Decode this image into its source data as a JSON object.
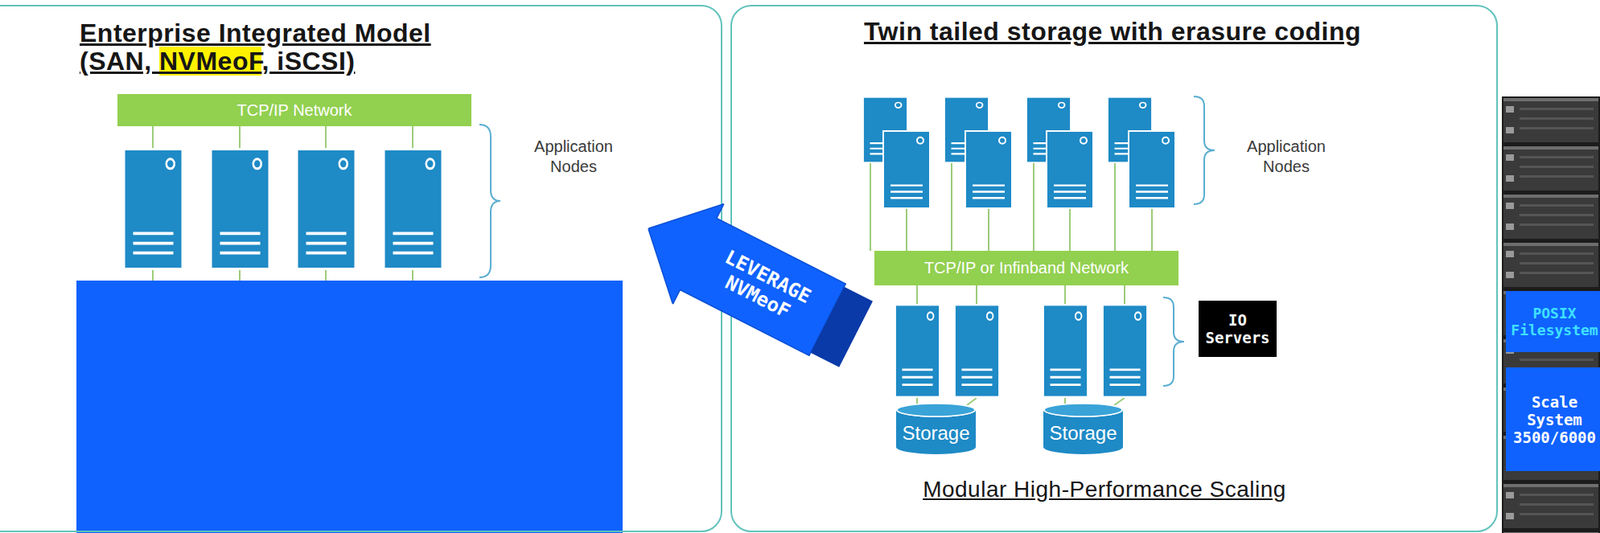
{
  "diagram": {
    "nodes": [
      {
        "text": [
          "Enterprise Integrated Model (SAN, NVMeoF, iSCSI)"
        ]
      },
      {
        "text": [
          "TCP/IP Network"
        ],
        "in": 0
      },
      {
        "text": [
          "Twin tailed storage with erasure coding",
          "Modular High-Performance Scaling"
        ]
      },
      {
        "text": [
          "TCP/IP or Infinband Network"
        ],
        "in": 2
      },
      {
        "text": [
          "IO Servers"
        ],
        "in": 2
      },
      {
        "text": [
          "Storage"
        ],
        "in": 2
      },
      {
        "text": [
          "Storage"
        ],
        "in": 2
      },
      {
        "text": [
          "LEVERAGE NVMeoF"
        ]
      },
      {
        "text": [
          "POSIX Filesystem"
        ]
      },
      {
        "text": [
          "Scale System 3500/6000"
        ]
      }
    ],
    "labels": [
      "Application Nodes",
      "Application Nodes"
    ]
  }
}
